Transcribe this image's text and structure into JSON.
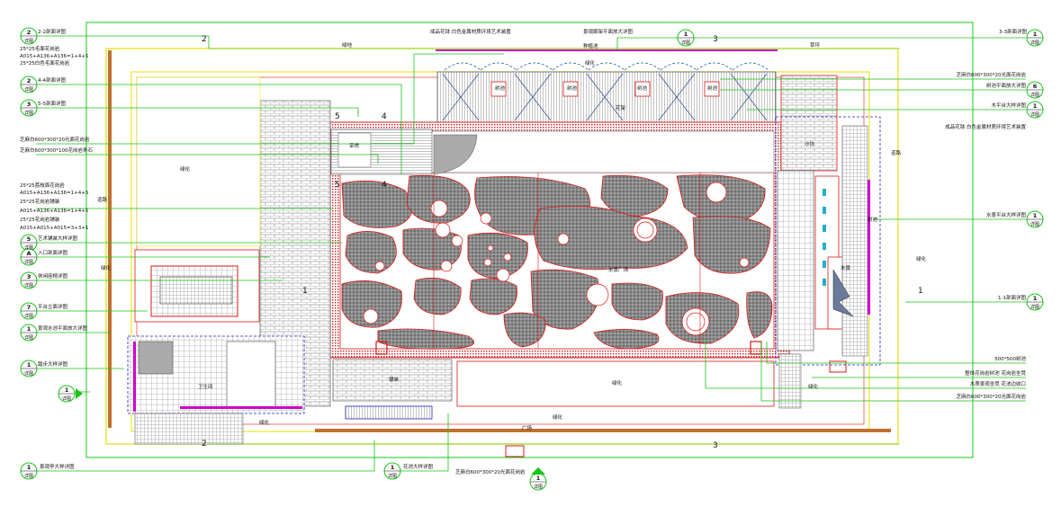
{
  "colors": {
    "leader": "#18c418",
    "paving_red": "#d81818",
    "border_yellow": "#e8e000",
    "magenta": "#d000d0",
    "blue_dash": "#2020c0",
    "hatch": "#6a6a6a",
    "orange": "#d08018"
  },
  "dims": {
    "top_left": "2",
    "top_right": "3",
    "right_mid": "1",
    "bottom_left": "2",
    "bottom_right": "3",
    "center": "1",
    "sec4_top": "4",
    "sec5_top": "5",
    "sec4_mid": "4",
    "sec5_mid": "5"
  },
  "bubbles": {
    "sec2_top": {
      "top": "2",
      "bottom": "详图"
    },
    "sec2_mid": {
      "top": "2",
      "bottom": "详图"
    },
    "sec3": {
      "top": "3",
      "bottom": "详图"
    },
    "sec5": {
      "top": "5",
      "bottom": "详图"
    },
    "secA": {
      "top": "A",
      "bottom": "详图"
    },
    "sec3b": {
      "top": "3",
      "bottom": "详图"
    },
    "sec7": {
      "top": "7",
      "bottom": "详图"
    },
    "sec1a": {
      "top": "1",
      "bottom": "详图"
    },
    "sec1b": {
      "top": "1",
      "bottom": "详图"
    },
    "sec1c": {
      "top": "1",
      "bottom": "详图"
    },
    "sec1d": {
      "top": "1",
      "bottom": "详图"
    },
    "r_top": {
      "top": "1",
      "bottom": "详图"
    },
    "r_six": {
      "top": "6",
      "bottom": "详图"
    },
    "r_one": {
      "top": "1",
      "bottom": "详图"
    },
    "r_one2": {
      "top": "1",
      "bottom": "详图"
    },
    "r_one3": {
      "top": "1",
      "bottom": "详图"
    },
    "top_mid": {
      "top": "1",
      "bottom": "详图"
    },
    "bottom_center": {
      "top": "1",
      "bottom": "详图"
    },
    "west": {
      "top": "1",
      "bottom": "详图"
    }
  },
  "labels": {
    "l_2_2": "2-2剖面详图",
    "l_25x25": "25*25毛面花岗岩",
    "l_a015": "A015+A136+A136=1+4+5",
    "l_25x25b": "25*25白色毛面花岗岩",
    "l_4_4": "4-4剖面详图",
    "l_5_5": "5-5剖面详图",
    "l_600a": "芝麻白600*300*20光面花岗岩",
    "l_600b": "芝麻白600*300*100花岗岩条石",
    "l_25x25c": "25*25荔枝面花岗岩",
    "l_a015b": "A015+A136+A136=1+4+5",
    "l_25x25d": "25*25花岗岩铺装",
    "l_a015c": "A015+A136+A136=1+4+5",
    "l_25x25e": "25*25花岗岩铺装",
    "l_a015d": "A015+A015+A015=3+3+1",
    "l_a015e": "艺术铺装大样详图",
    "l_ent": "入口剖面详图",
    "l_seat": "休闲座椅详图",
    "l_plat": "平台立面详图",
    "l_pool": "景观水池平面放大详图",
    "l_step": "踏步大样详图",
    "l_bottom1": "景观亭大样详图",
    "l_bottom2": "花池大样详图",
    "l_bottom3": "芝麻白600*300*20光面花岗岩",
    "t_top1": "成品花钵  白色金属材质环境艺术装置",
    "t_top2": "景观廊架平面放大详图",
    "t_top3": "种植池",
    "t_top4": "3-3剖面详图",
    "t_grass": "绿地",
    "t_lawn": "草坪",
    "r_600": "芝麻白600*300*20光面花岗岩",
    "r_ppl": "树池平面放大详图",
    "r_bench": "木平台大样详图",
    "r_light": "成品花钵  白色金属材质环境艺术装置",
    "r_pool": "水景平台大样详图",
    "r_1_1": "1-1剖面详图",
    "r_500": "500*500树池",
    "r_mix": "整体花岗岩树池  花岗岩坐凳",
    "r_wood": "木质景观坐凳  花池边收口",
    "r_tile": "芝麻白600*300*20光面花岗岩",
    "road": "道路",
    "plaza": "广场",
    "water": "水景",
    "pav": "铺装",
    "c_pool": "水景广场",
    "c_grass": "绿化",
    "c_dry": "旱喷",
    "c_pergola": "花架",
    "c_wc": "卫生间",
    "c_tree": "树池",
    "c_sand": "沙坑"
  }
}
